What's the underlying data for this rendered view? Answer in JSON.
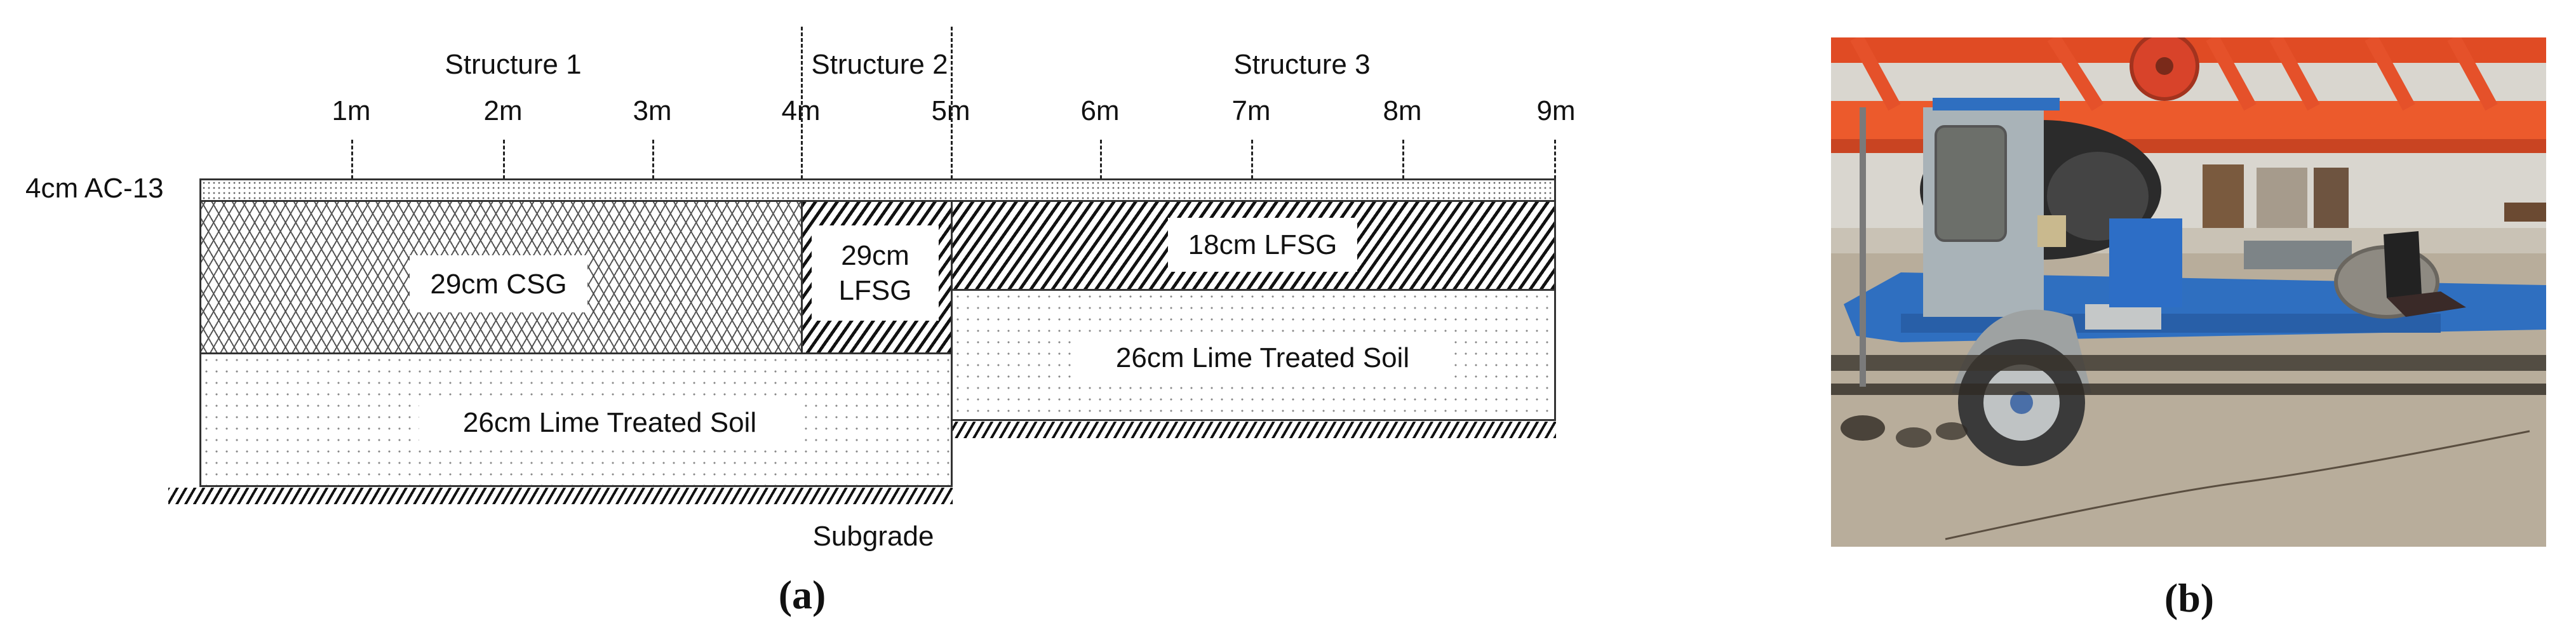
{
  "figure": {
    "panel_a": {
      "caption": "(a)",
      "structures": [
        {
          "label": "Structure 1"
        },
        {
          "label": "Structure 2"
        },
        {
          "label": "Structure 3"
        }
      ],
      "distance_marks": [
        "1m",
        "2m",
        "3m",
        "4m",
        "5m",
        "6m",
        "7m",
        "8m",
        "9m"
      ],
      "surface_layer_label": "4cm AC-13",
      "layers": {
        "structure1_base": "29cm CSG",
        "structure2_base_line1": "29cm",
        "structure2_base_line2": "LFSG",
        "structure3_base": "18cm LFSG",
        "left_subbase": "26cm Lime Treated Soil",
        "right_subbase": "26cm Lime Treated Soil"
      },
      "subgrade_label": "Subgrade"
    },
    "panel_b": {
      "caption": "(b)",
      "description": "Photo of blue trailer-mounted test apparatus under orange steel truss frame"
    },
    "colors": {
      "truss_orange": "#e8502a",
      "trailer_blue": "#2f6fc0",
      "cab_gray": "#a9b3b8",
      "floor": "#b7ad9c"
    }
  }
}
